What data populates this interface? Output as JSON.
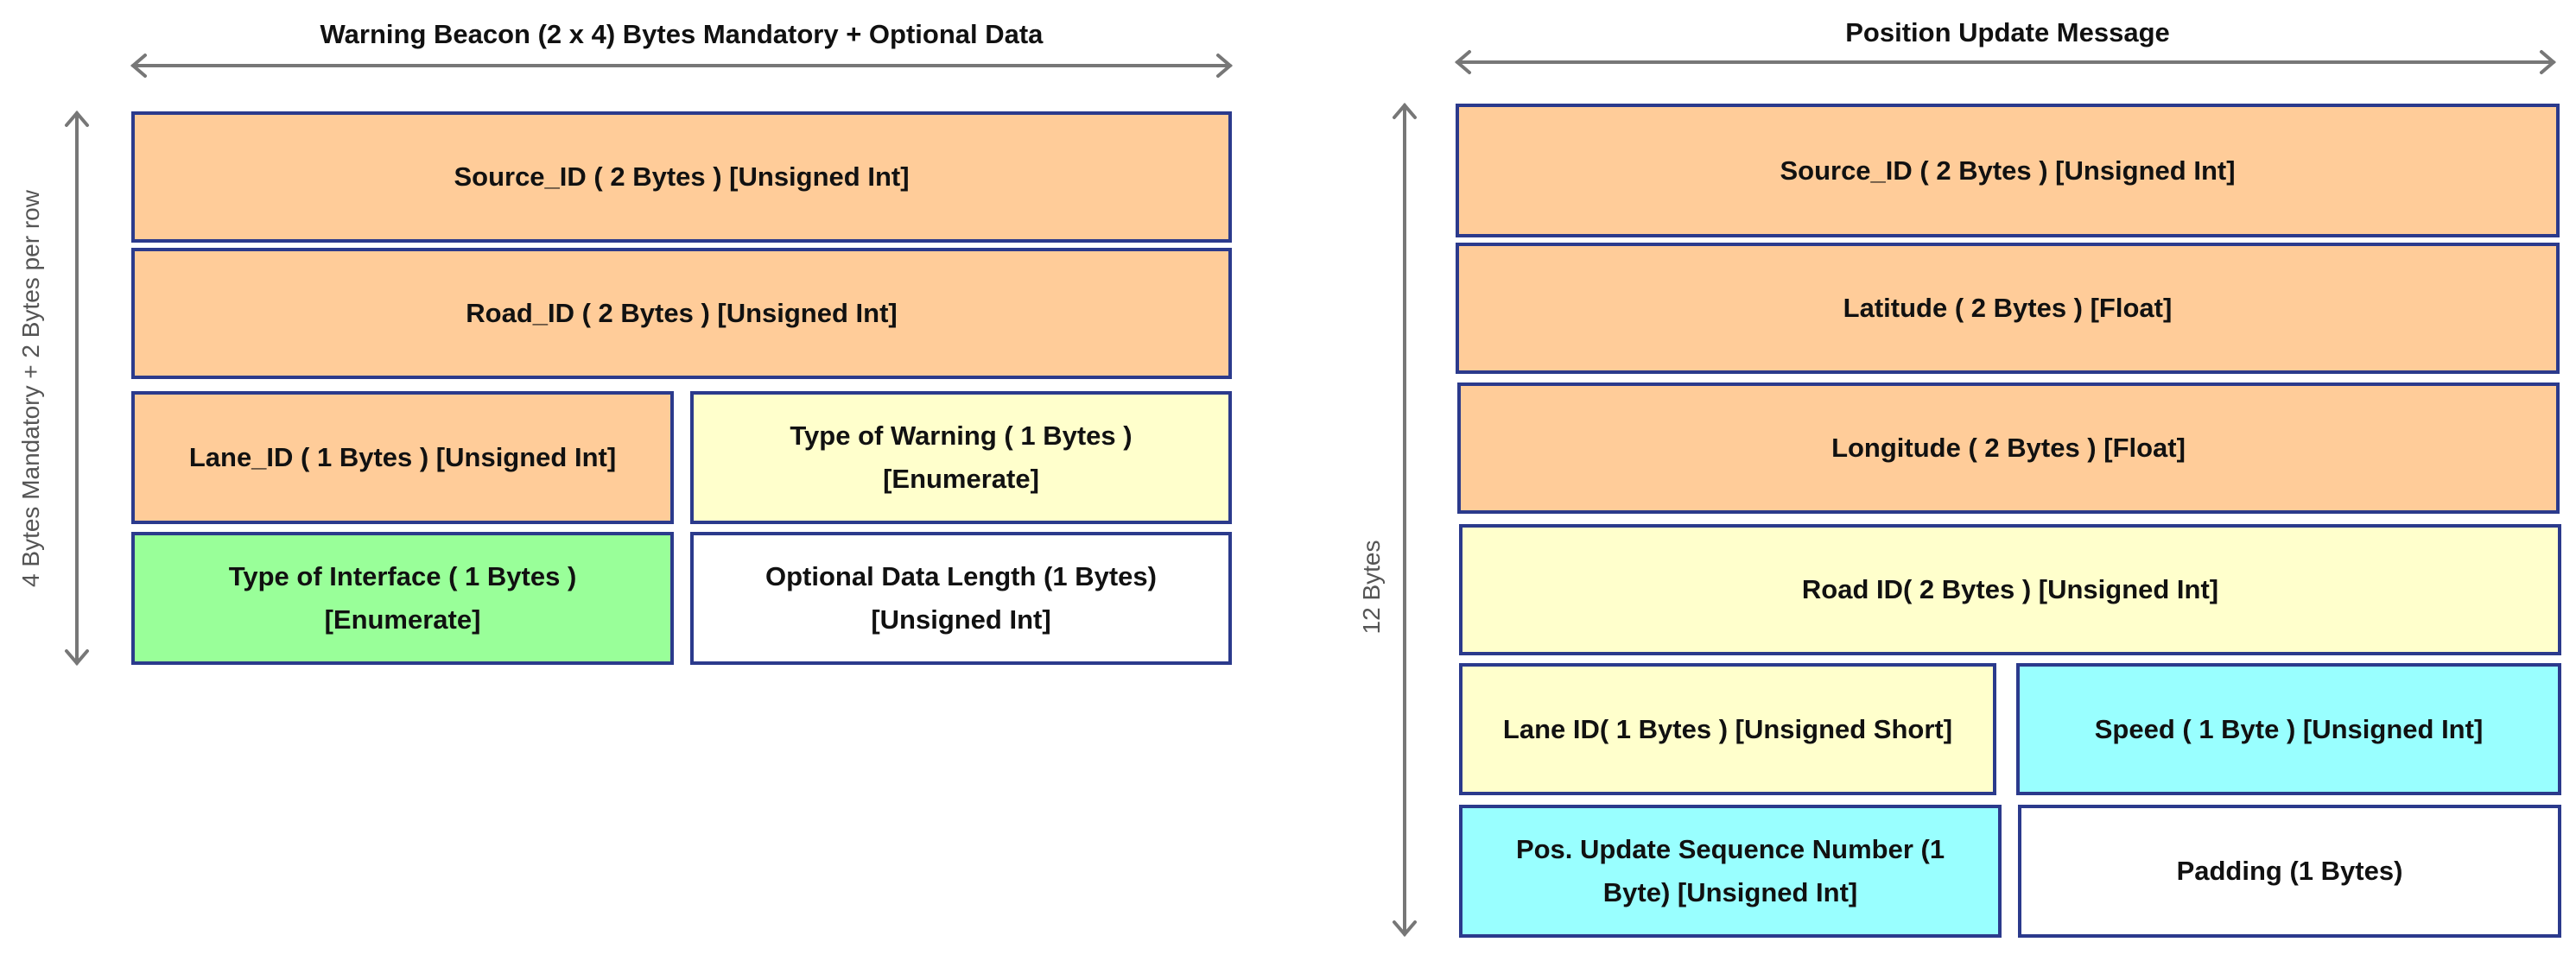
{
  "colors": {
    "orange": "#FFCC99",
    "yellow": "#FFFFCC",
    "green": "#99FF99",
    "cyan": "#99FFFF",
    "white": "#FFFFFF",
    "border": "#2B3A8C",
    "arrow": "#777777"
  },
  "warning_beacon": {
    "title": "Warning Beacon (2 x 4) Bytes Mandatory + Optional Data",
    "side_label": "4 Bytes Mandatory + 2 Bytes per row",
    "fields": [
      {
        "label": "Source_ID ( 2 Bytes ) [Unsigned Int]",
        "color": "#FFCC99"
      },
      {
        "label": "Road_ID ( 2 Bytes ) [Unsigned Int]",
        "color": "#FFCC99"
      },
      {
        "label": "Lane_ID ( 1 Bytes ) [Unsigned Int]",
        "color": "#FFCC99"
      },
      {
        "label": "Type of Warning ( 1 Bytes ) [Enumerate]",
        "color": "#FFFFCC"
      },
      {
        "label": "Type of Interface ( 1 Bytes ) [Enumerate]",
        "color": "#99FF99"
      },
      {
        "label": "Optional Data Length (1 Bytes) [Unsigned Int]",
        "color": "#FFFFFF"
      }
    ]
  },
  "position_update": {
    "title": "Position Update Message",
    "side_label": "12 Bytes",
    "fields": [
      {
        "label": "Source_ID ( 2 Bytes ) [Unsigned Int]",
        "color": "#FFCC99"
      },
      {
        "label": "Latitude ( 2 Bytes ) [Float]",
        "color": "#FFCC99"
      },
      {
        "label": "Longitude ( 2 Bytes ) [Float]",
        "color": "#FFCC99"
      },
      {
        "label": "Road ID( 2 Bytes ) [Unsigned Int]",
        "color": "#FFFFCC"
      },
      {
        "label": "Lane ID( 1 Bytes ) [Unsigned Short]",
        "color": "#FFFFCC"
      },
      {
        "label": "Speed ( 1 Byte ) [Unsigned Int]",
        "color": "#99FFFF"
      },
      {
        "label": "Pos. Update Sequence Number (1 Byte) [Unsigned Int]",
        "color": "#99FFFF"
      },
      {
        "label": "Padding (1 Bytes)",
        "color": "#FFFFFF"
      }
    ]
  }
}
